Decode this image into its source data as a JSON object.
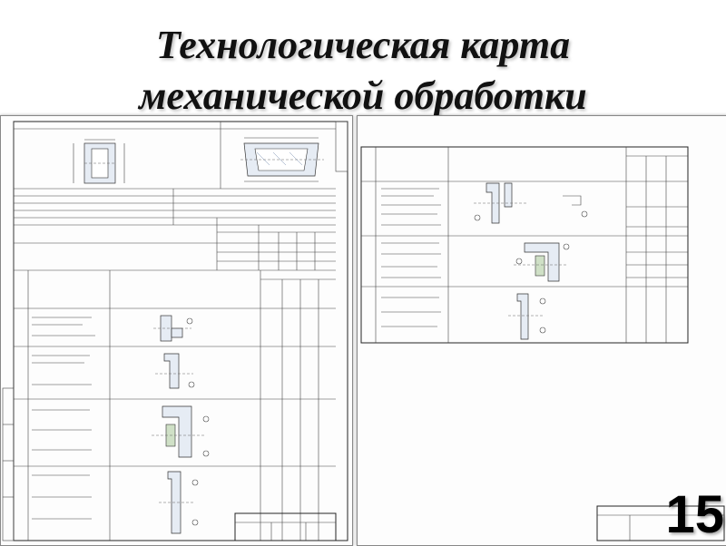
{
  "slide": {
    "title_line1": "Технологическая карта",
    "title_line2": "механической обработки",
    "page_number": "15"
  }
}
